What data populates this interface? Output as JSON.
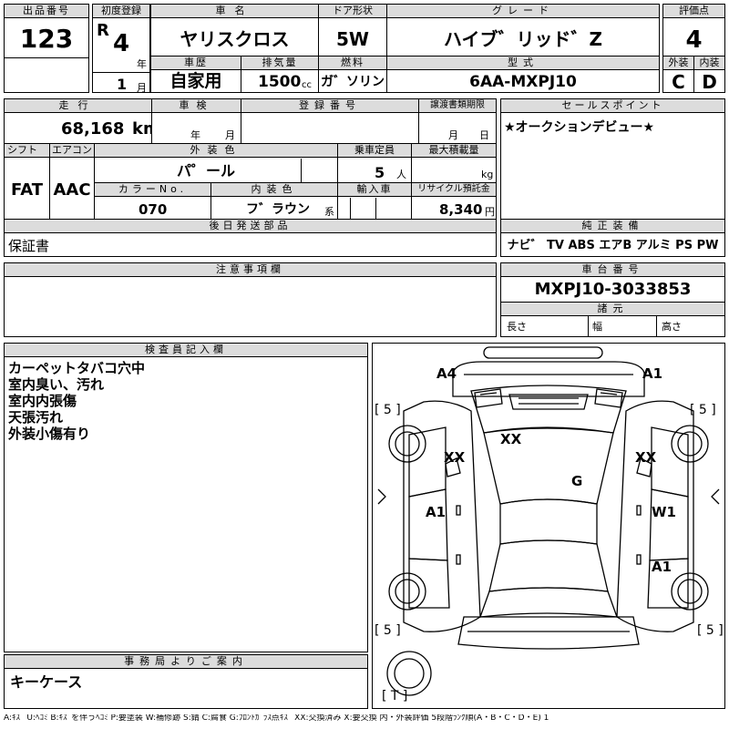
{
  "header": {
    "lot_label": "出品番号",
    "lot_value": "123",
    "first_reg_label": "初度登録",
    "era": "R",
    "year_value": "4",
    "year_unit": "年",
    "month_value": "1",
    "month_unit": "月",
    "car_name_label": "車名",
    "car_name": "ヤリスクロス",
    "door_label": "ドア形状",
    "door": "5W",
    "grade_label": "グレード",
    "grade": "ハイブ゛リッド゛Z",
    "score_label": "評価点",
    "score": "4",
    "history_label": "車歴",
    "history": "自家用",
    "displacement_label": "排気量",
    "displacement": "1500",
    "displacement_unit": "cc",
    "fuel_label": "燃料",
    "fuel": "ガ゛ソリン",
    "model_label": "型式",
    "model": "6AA-MXPJ10",
    "exterior_label": "外装",
    "exterior": "C",
    "interior_label": "内装",
    "interior": "D"
  },
  "row2": {
    "mileage_label": "走行",
    "mileage": "68,168",
    "mileage_unit": "km",
    "inspection_label": "車検",
    "insp_year_unit": "年",
    "insp_month_unit": "月",
    "reg_no_label": "登録番号",
    "transfer_label": "譲渡書類期限",
    "transfer_month_unit": "月",
    "transfer_day_unit": "日",
    "selling_label": "セールスポイント",
    "selling": "★オークションデビュー★",
    "shift_label": "シフト",
    "shift": "FAT",
    "ac_label": "エアコン",
    "ac": "AAC",
    "color_label": "外装色",
    "color": "パ゜ール",
    "capacity_label": "乗車定員",
    "capacity": "5",
    "capacity_unit": "人",
    "load_label": "最大積載量",
    "load_unit": "kg",
    "color_no_label": "カラーNo.",
    "color_no": "070",
    "interior_color_label": "内装色",
    "interior_color": "フ゛ラウン",
    "interior_color_unit": "系",
    "import_label": "輸入車",
    "recycle_label": "リサイクル預託金",
    "recycle": "8,340",
    "recycle_unit": "円",
    "later_label": "後日発送部品",
    "later": "保証書",
    "equip_label": "純正装備",
    "equip": "ナビ゛ TV ABS エアB アルミ PS PW"
  },
  "notes": {
    "caution_label": "注意事項欄"
  },
  "chassis": {
    "label": "車台番号",
    "number": "MXPJ10-3033853",
    "specs_label": "諸元",
    "length": "長さ",
    "width": "幅",
    "height": "高さ"
  },
  "inspector": {
    "label": "検査員記入欄",
    "lines": [
      "カーペットタバコ穴中",
      "室内臭い、汚れ",
      "室内内張傷",
      "天張汚れ",
      "外装小傷有り"
    ]
  },
  "office": {
    "label": "事務局よりご案内",
    "text": "キーケース"
  },
  "diagram": {
    "codes": {
      "a4": "A4",
      "a1_front": "A1",
      "b_tl": "[ 5 ]",
      "b_tr": "[ 5 ]",
      "b_bl": "[ 5 ]",
      "b_br": "[ 5 ]",
      "b_t": "[ T ]",
      "xx_roof": "XX",
      "xx_left": "XX",
      "xx_right": "XX",
      "g": "G",
      "a1_left": "A1",
      "w1": "W1",
      "a1_right": "A1"
    }
  },
  "legend": "A:ｷｽﾞ U:ﾍｺﾐ B:ｷｽﾞを伴うﾍｺﾐ P:要塗装 W:補修跡 S:錆 C:腐食 G:ﾌﾛﾝﾄｶﾞﾗｽ点ｷｽﾞ XX:交換済み X:要交換 内・外装評価 5段階ﾗﾝｸ順(A・B・C・D・E) 1"
}
